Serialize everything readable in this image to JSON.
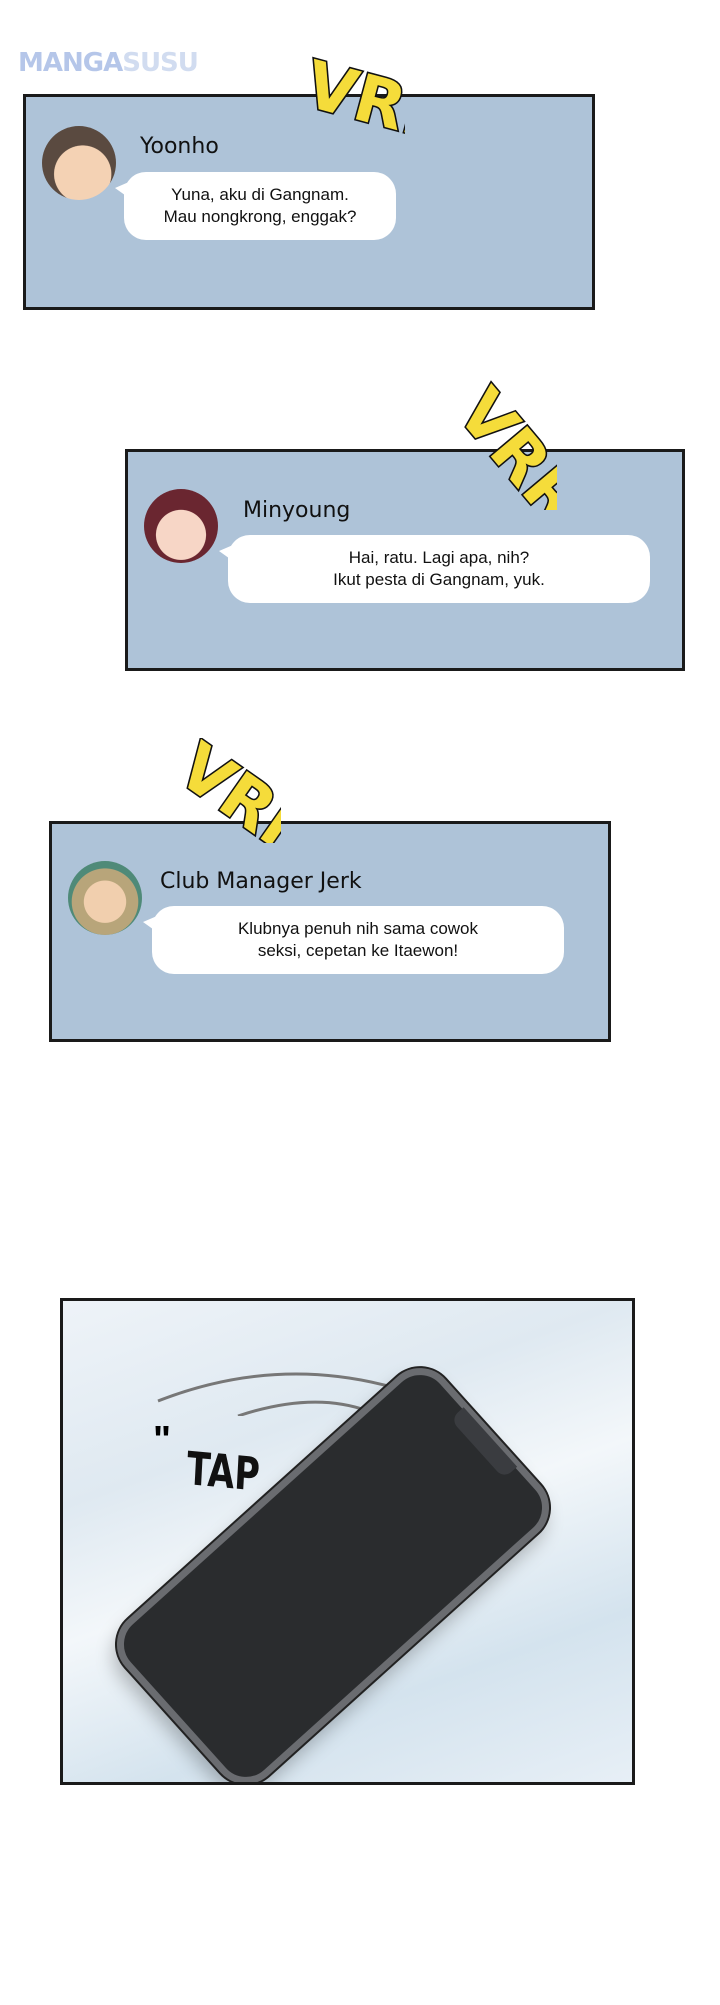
{
  "watermark": {
    "part1": "MANGA",
    "part2": "SUSU"
  },
  "sfx": {
    "vibrate": "VRR",
    "tap": "TAP",
    "quote": "\""
  },
  "messages": [
    {
      "sender": "Yoonho",
      "text": "Yuna, aku di Gangnam.\nMau nongkrong, enggak?"
    },
    {
      "sender": "Minyoung",
      "text": "Hai, ratu. Lagi apa, nih?\nIkut pesta di Gangnam, yuk."
    },
    {
      "sender": "Club Manager Jerk",
      "text": "Klubnya penuh nih sama cowok\nseksi, cepetan ke Itaewon!"
    }
  ],
  "colors": {
    "panel": "#aec3d8",
    "sfx_yellow": "#f5dc3a",
    "phone": "#2a2c2e"
  }
}
